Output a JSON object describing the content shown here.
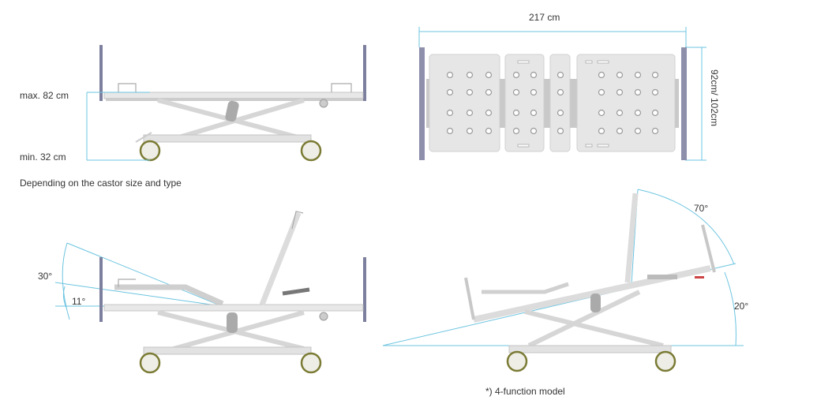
{
  "views": {
    "height_view": {
      "max_label": "max. 82 cm",
      "min_label": "min. 32 cm",
      "note": "Depending on the castor size and type"
    },
    "top_view": {
      "length_label": "217 cm",
      "width_label": "92cm/ 102cm"
    },
    "leg_view": {
      "angle_large": "30°",
      "angle_small": "11°"
    },
    "tilt_view": {
      "backrest_angle": "70°",
      "tilt_angle": "20°",
      "footnote": "*) 4-function model"
    }
  },
  "colors": {
    "dimension_line": "#6cc4e0",
    "headboard": "#7d7f9e",
    "frame": "#d9d9d9",
    "wheel_rim": "#8a8a3a"
  }
}
